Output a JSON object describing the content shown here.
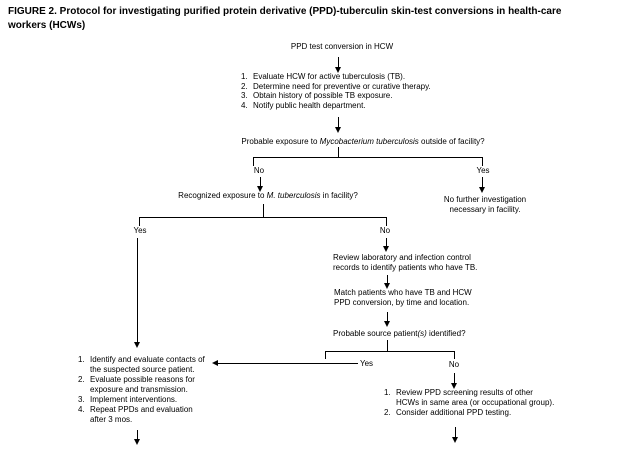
{
  "figure": {
    "title_lines": [
      "FIGURE 2. Protocol for investigating purified protein derivative (PPD)-tuberculin skin-test conversions in health-care",
      "workers (HCWs)"
    ]
  },
  "flow": {
    "start": "PPD test conversion in HCW",
    "steps1": {
      "items": [
        {
          "num": "1.",
          "lines": [
            "Evaluate HCW for active tuberculosis (TB)."
          ]
        },
        {
          "num": "2.",
          "lines": [
            "Determine need for preventive or curative therapy."
          ]
        },
        {
          "num": "3.",
          "lines": [
            "Obtain history of possible TB exposure."
          ]
        },
        {
          "num": "4.",
          "lines": [
            "Notify public health department."
          ]
        }
      ]
    },
    "q_outside": {
      "pre": "Probable exposure to ",
      "em": "Mycobacterium tuberculosis",
      "post": " outside of facility?",
      "no": "No",
      "yes": "Yes"
    },
    "no_further": {
      "lines": [
        "No further investigation",
        "necessary in facility."
      ]
    },
    "q_facility": {
      "pre": "Recognized exposure to ",
      "em": "M. tuberculosis",
      "post": " in facility?",
      "yes": "Yes",
      "no": "No"
    },
    "review": {
      "lines": [
        "Review laboratory and infection control",
        "records to identify patients who have TB."
      ]
    },
    "match": {
      "lines": [
        "Match patients who have TB and HCW",
        "PPD conversion, by time and location."
      ]
    },
    "q_source": {
      "pre": "Probable source patient",
      "em": "(s)",
      "post": " identified?",
      "yes": "Yes",
      "no": "No"
    },
    "contacts_steps": {
      "items": [
        {
          "num": "1.",
          "lines": [
            "Identify and evaluate contacts of",
            "the suspected source patient."
          ]
        },
        {
          "num": "2.",
          "lines": [
            "Evaluate possible reasons for",
            "exposure and transmission."
          ]
        },
        {
          "num": "3.",
          "lines": [
            "Implement interventions."
          ]
        },
        {
          "num": "4.",
          "lines": [
            "Repeat PPDs and evaluation",
            "after 3 mos."
          ]
        }
      ]
    },
    "screening_steps": {
      "items": [
        {
          "num": "1.",
          "lines": [
            "Review PPD screening results of other",
            "HCWs in same area (or occupational group)."
          ]
        },
        {
          "num": "2.",
          "lines": [
            "Consider additional PPD testing."
          ]
        }
      ]
    }
  }
}
